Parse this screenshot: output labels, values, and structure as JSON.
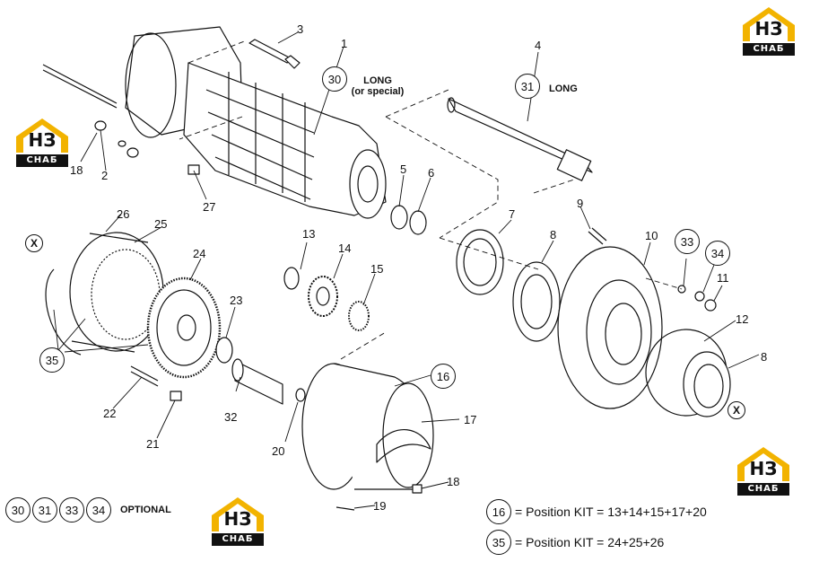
{
  "labels": [
    "1",
    "2",
    "3",
    "4",
    "5",
    "6",
    "7",
    "8",
    "9",
    "10",
    "11",
    "12",
    "8",
    "13",
    "14",
    "15",
    "16",
    "17",
    "18",
    "18",
    "19",
    "20",
    "21",
    "22",
    "23",
    "24",
    "25",
    "26",
    "27",
    "32"
  ],
  "circled": [
    "30",
    "31",
    "33",
    "34",
    "35",
    "16"
  ],
  "notes": {
    "long_special": "LONG\n(or special)",
    "long": "LONG",
    "optional": "OPTIONAL"
  },
  "optional_items": [
    "30",
    "31",
    "33",
    "34"
  ],
  "x_marker": "X",
  "legend": [
    {
      "ref": "16",
      "text": "= Position KIT = 13+14+15+17+20"
    },
    {
      "ref": "35",
      "text": "= Position KIT = 24+25+26"
    }
  ],
  "logo": {
    "mark": "НЗ",
    "text": "СНАБ"
  },
  "colors": {
    "logo_gold": "#f2b300",
    "logo_dark": "#111111",
    "line": "#111111"
  }
}
